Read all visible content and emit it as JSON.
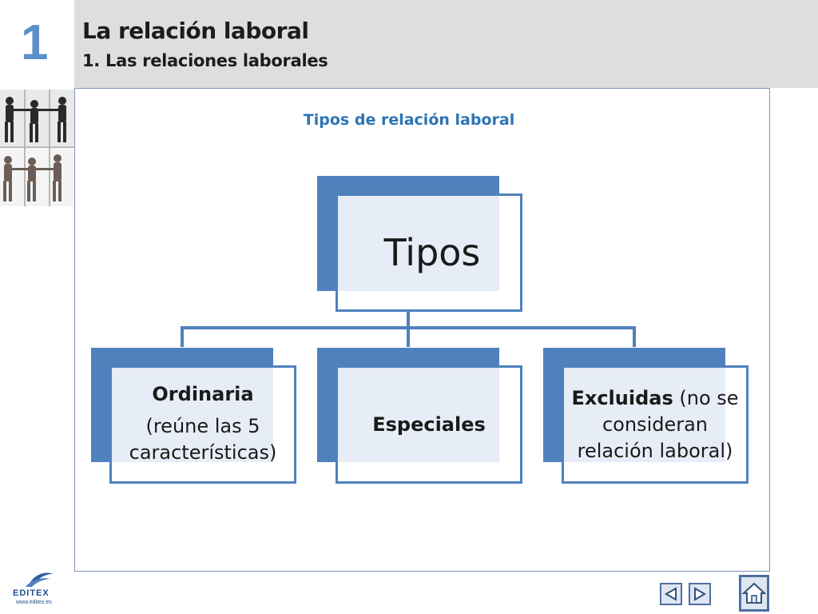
{
  "header": {
    "chapter_number": "1",
    "title": "La relación laboral",
    "subtitle": "1. Las relaciones laborales"
  },
  "section_title": "Tipos de relación laboral",
  "diagram": {
    "root": "Tipos",
    "nodes": [
      {
        "title": "Ordinaria",
        "description": "(reúne las 5 características)"
      },
      {
        "title": "Especiales",
        "description": ""
      },
      {
        "title": "Excluidas",
        "description": " (no se consideran relación laboral)"
      }
    ]
  },
  "footer": {
    "logo_text": "EDITEX",
    "logo_url": "www.editex.es"
  },
  "icons": {
    "prev": "triangle-left-icon",
    "next": "triangle-right-icon",
    "home": "home-icon"
  },
  "colors": {
    "accent": "#4f81bd",
    "chapter": "#5b8fc9",
    "section_title": "#2e74b5",
    "header_bg": "#dedede"
  }
}
